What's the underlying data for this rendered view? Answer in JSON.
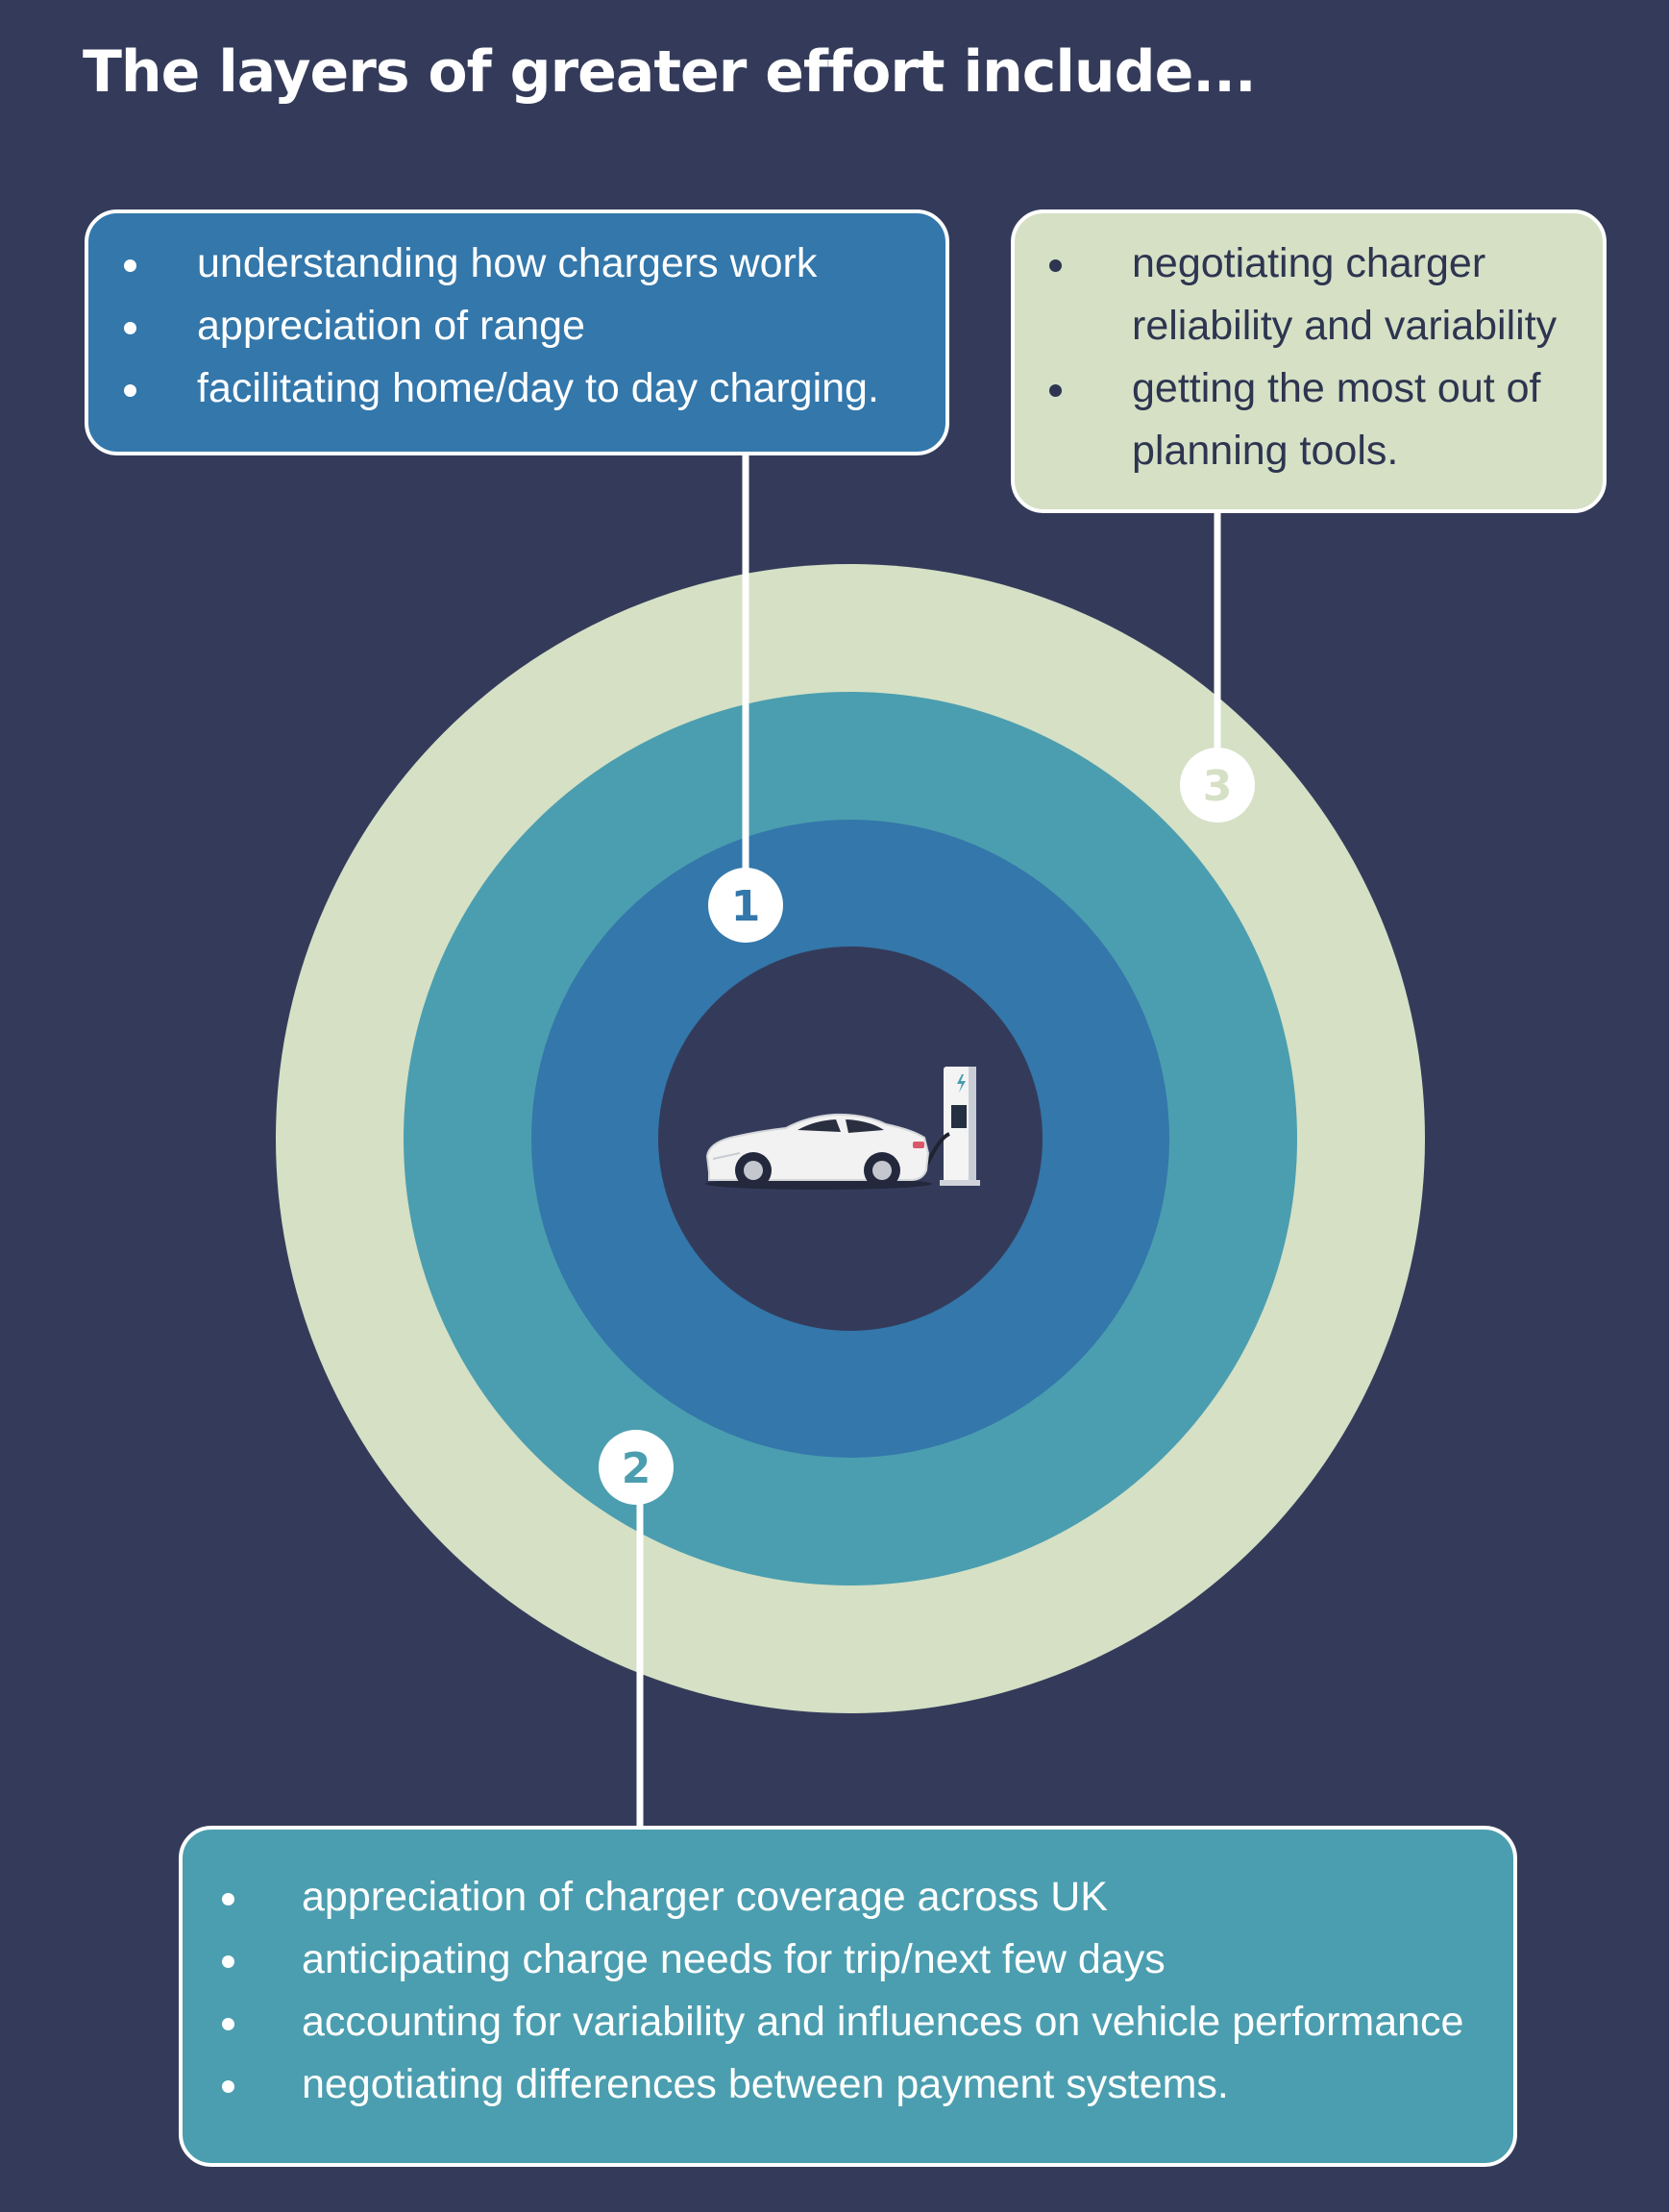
{
  "title": "The layers of greater effort include...",
  "colors": {
    "background": "#343b5a",
    "layer1": "#3377ab",
    "layer2": "#4b9eaf",
    "layer3": "#d5e0c5",
    "text_dark": "#2d3550",
    "white": "#ffffff"
  },
  "markers": [
    {
      "number": "1",
      "color": "#3377ab"
    },
    {
      "number": "2",
      "color": "#4b9eaf"
    },
    {
      "number": "3",
      "color": "#d5e0c5"
    }
  ],
  "center_icon": "electric-car-charging-icon",
  "layer1": {
    "items": [
      "understanding how chargers work",
      "appreciation of range",
      "facilitating home/day to day charging."
    ]
  },
  "layer3": {
    "items": [
      "negotiating charger reliability and variability",
      "getting the most out of planning tools."
    ]
  },
  "layer2": {
    "items": [
      "appreciation of charger coverage across UK",
      "anticipating charge needs for trip/next few days",
      "accounting for variability and influences on vehicle performance",
      "negotiating differences between payment systems."
    ]
  }
}
